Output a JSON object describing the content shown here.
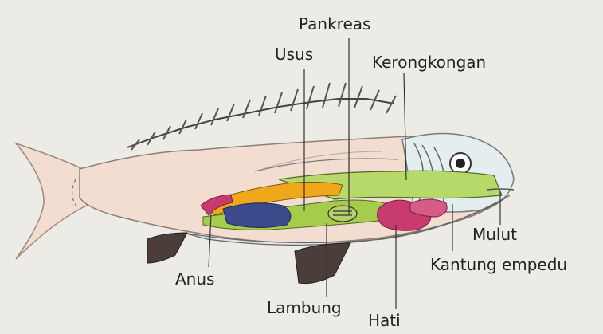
{
  "labels": {
    "pankreas": "Pankreas",
    "usus": "Usus",
    "kerongkongan": "Kerongkongan",
    "mulut": "Mulut",
    "kantung_empedu": "Kantung empedu",
    "anus": "Anus",
    "lambung": "Lambung",
    "hati": "Hati"
  },
  "colors": {
    "background": "#ecebe6",
    "body": "#f2ddd0",
    "intestine_yellow": "#f0a81a",
    "intestine_green": "#a6cc4c",
    "stomach_blue": "#3b4a8a",
    "liver_pink": "#c83b6e",
    "head_green": "#b6d96a",
    "belly": "#e9eef0"
  }
}
